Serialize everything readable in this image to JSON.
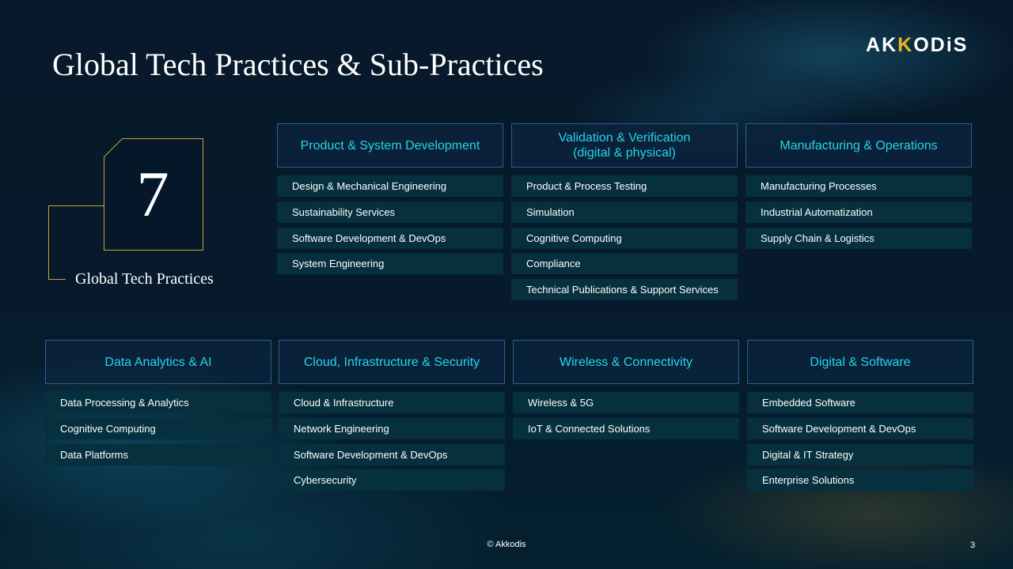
{
  "slide": {
    "title": "Global Tech Practices & Sub-Practices",
    "logo": {
      "part1": "A",
      "part2": "K",
      "part3": "K",
      "part4": "ODiS"
    },
    "badge": {
      "number": "7",
      "label": "Global Tech Practices"
    },
    "footer": "© Akkodis",
    "page_number": "3"
  },
  "practices": [
    {
      "title": "Product & System Development",
      "items": [
        "Design & Mechanical Engineering",
        "Sustainability Services",
        "Software Development & DevOps",
        "System Engineering"
      ]
    },
    {
      "title": "Validation & Verification\n(digital & physical)",
      "items": [
        "Product & Process Testing",
        "Simulation",
        "Cognitive Computing",
        "Compliance",
        "Technical Publications & Support Services"
      ]
    },
    {
      "title": "Manufacturing & Operations",
      "items": [
        "Manufacturing Processes",
        "Industrial Automatization",
        "Supply Chain & Logistics"
      ]
    },
    {
      "title": "Data Analytics & AI",
      "items": [
        "Data Processing & Analytics",
        "Cognitive Computing",
        "Data Platforms"
      ]
    },
    {
      "title": "Cloud, Infrastructure & Security",
      "items": [
        "Cloud & Infrastructure",
        "Network Engineering",
        "Software Development & DevOps",
        "Cybersecurity"
      ]
    },
    {
      "title": "Wireless & Connectivity",
      "items": [
        "Wireless & 5G",
        "IoT & Connected Solutions"
      ]
    },
    {
      "title": "Digital & Software",
      "items": [
        "Embedded Software",
        "Software Development & DevOps",
        "Digital & IT Strategy",
        "Enterprise Solutions"
      ]
    }
  ],
  "colors": {
    "accent_cyan": "#28d4e6",
    "gold": "#c9a23f",
    "background": "#061b2b",
    "item_bg": "#06303e"
  }
}
